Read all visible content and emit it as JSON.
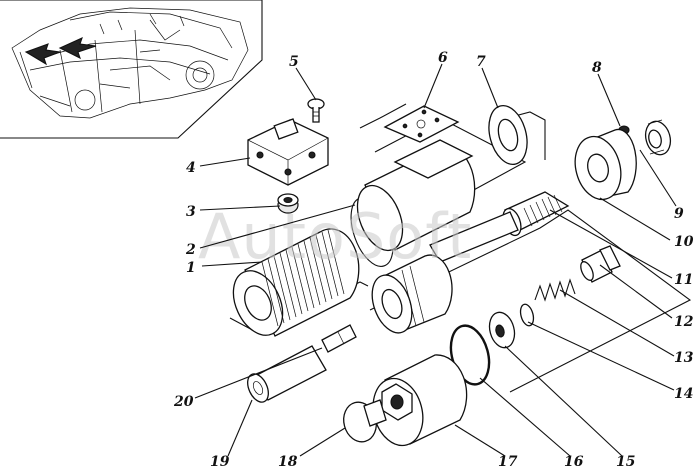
{
  "watermark": "AutoSoft",
  "callouts": [
    {
      "id": "1",
      "text": "1"
    },
    {
      "id": "2",
      "text": "2"
    },
    {
      "id": "3",
      "text": "3"
    },
    {
      "id": "4",
      "text": "4"
    },
    {
      "id": "5",
      "text": "5"
    },
    {
      "id": "6",
      "text": "6"
    },
    {
      "id": "7",
      "text": "7"
    },
    {
      "id": "8",
      "text": "8"
    },
    {
      "id": "9",
      "text": "9"
    },
    {
      "id": "10",
      "text": "10"
    },
    {
      "id": "11",
      "text": "11"
    },
    {
      "id": "12",
      "text": "12"
    },
    {
      "id": "13",
      "text": "13"
    },
    {
      "id": "14",
      "text": "14"
    },
    {
      "id": "15",
      "text": "15"
    },
    {
      "id": "16",
      "text": "16"
    },
    {
      "id": "17",
      "text": "17"
    },
    {
      "id": "18",
      "text": "18"
    },
    {
      "id": "19",
      "text": "19"
    },
    {
      "id": "20",
      "text": "20"
    }
  ]
}
